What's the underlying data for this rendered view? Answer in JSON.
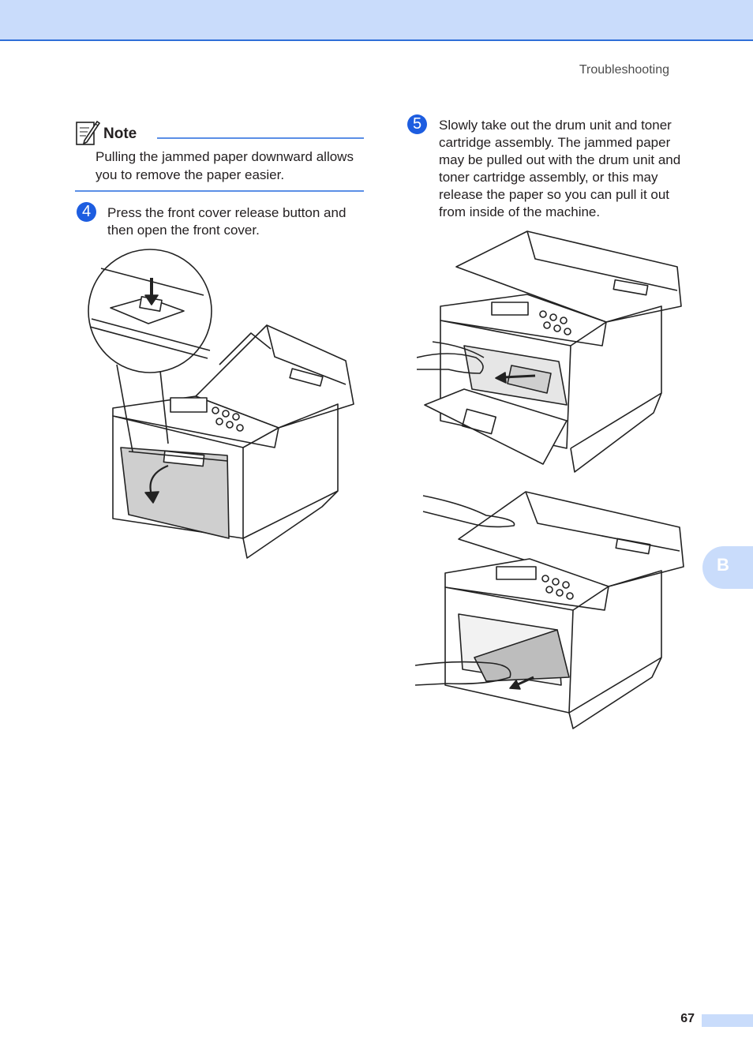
{
  "header": {
    "running_head": "Troubleshooting"
  },
  "note": {
    "title": "Note",
    "text": "Pulling the jammed paper downward allows you to remove the paper easier."
  },
  "steps": [
    {
      "number": "4",
      "text": "Press the front cover release button and then open the front cover."
    },
    {
      "number": "5",
      "text": "Slowly take out the drum unit and toner cartridge assembly. The jammed paper may be pulled out with the drum unit and toner cartridge assembly, or this may release the paper so you can pull it out from inside of the machine."
    }
  ],
  "chapter_tab": {
    "letter": "B"
  },
  "footer": {
    "page_number": "67"
  },
  "colors": {
    "accent": "#1d5de0",
    "band": "#c9dcfb",
    "rule": "#5b8fe6"
  }
}
